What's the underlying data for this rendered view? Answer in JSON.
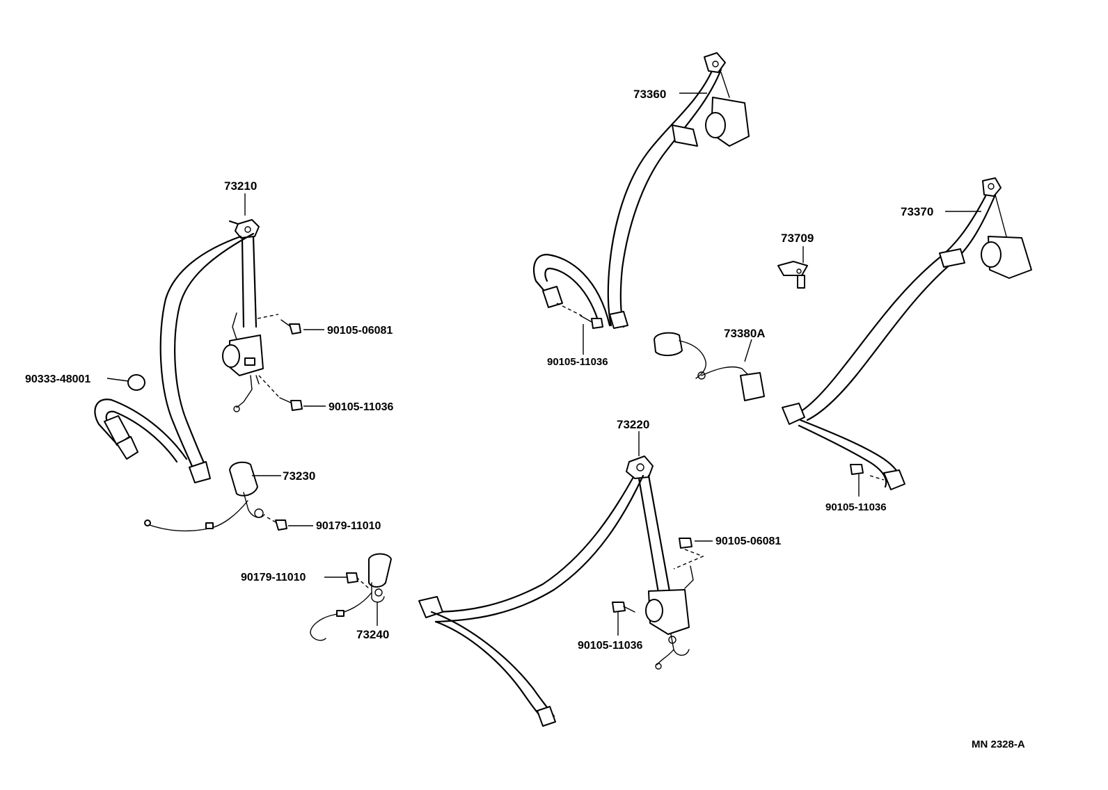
{
  "diagram": {
    "drawing_number": "MN 2328-A",
    "parts": {
      "p73210": "73210",
      "p73220": "73220",
      "p73230": "73230",
      "p73240": "73240",
      "p73360": "73360",
      "p73370": "73370",
      "p73380a": "73380A",
      "p73709": "73709",
      "b90105_06081_left": "90105-06081",
      "b90105_11036_left": "90105-11036",
      "b90333_48001": "90333-48001",
      "b90179_11010_a": "90179-11010",
      "b90179_11010_b": "90179-11010",
      "b90105_11036_top": "90105-11036",
      "b90105_06081_right": "90105-06081",
      "b90105_11036_center": "90105-11036",
      "b90105_11036_right": "90105-11036"
    }
  }
}
